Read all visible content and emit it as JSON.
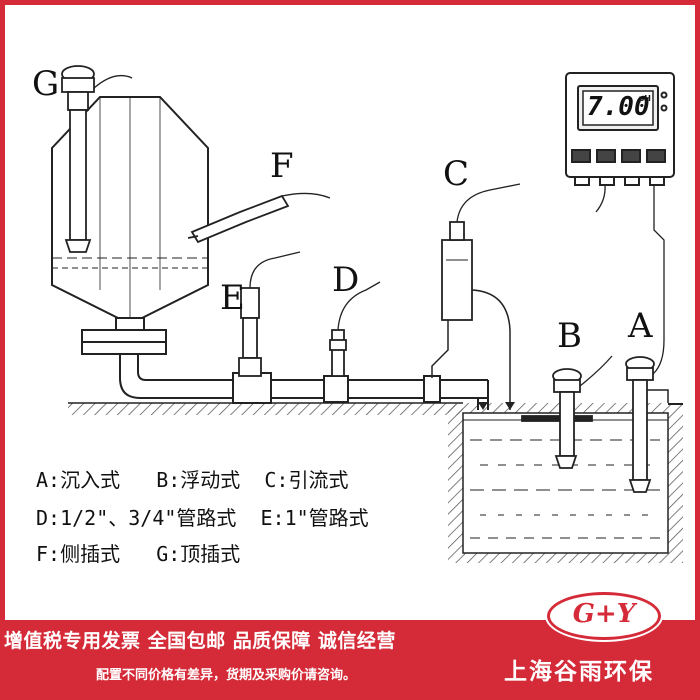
{
  "labels": {
    "G": "G",
    "F": "F",
    "E": "E",
    "D": "D",
    "C": "C",
    "B": "B",
    "A": "A"
  },
  "meter": {
    "display": "7.00",
    "unit": "pH"
  },
  "legend": {
    "line1": "A:沉入式   B:浮动式  C:引流式",
    "line2": "D:1/2\"、3/4\"管路式  E:1\"管路式",
    "line3": "F:侧插式   G:顶插式"
  },
  "banner": {
    "slogans": "增值税专用发票 全国包邮 品质保障 诚信经营",
    "notice": "配置不同价格有差异，货期及采购价请咨询。",
    "company": "上海谷雨环保",
    "logo_text": "G+Y"
  },
  "colors": {
    "background": "#d52a38",
    "line": "#222222",
    "water": "#e6e6e6"
  }
}
